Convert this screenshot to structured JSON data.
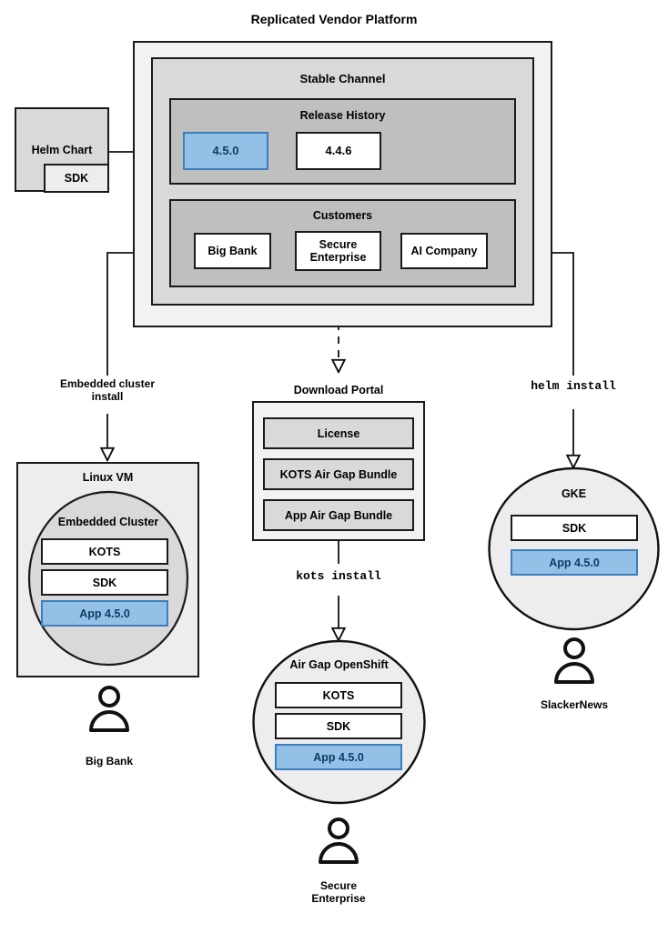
{
  "diagram": {
    "title": "Replicated Vendor Platform",
    "colors": {
      "accent_blue_fill": "#93c0e6",
      "accent_blue_border": "#3d7ebd",
      "accent_blue_text": "#123a66",
      "shell_outer": "#f2f2f2",
      "shell_mid": "#d9d9d9",
      "shell_inner": "#bfbfbf",
      "stroke": "#1a1a1a",
      "canvas": "#ffffff"
    }
  },
  "source": {
    "helm_chart_label": "Helm Chart",
    "sdk_label": "SDK"
  },
  "platform": {
    "stable_channel_label": "Stable Channel",
    "release_history": {
      "label": "Release History",
      "releases": [
        {
          "version": "4.5.0",
          "highlighted": true
        },
        {
          "version": "4.4.6",
          "highlighted": false
        }
      ]
    },
    "customers": {
      "label": "Customers",
      "items": [
        {
          "name": "Big Bank"
        },
        {
          "name": "Secure\nEnterprise"
        },
        {
          "name": "AI Company"
        }
      ]
    }
  },
  "connectors": {
    "embedded_cluster_install": "Embedded cluster\ninstall",
    "helm_install": "helm install",
    "kots_install": "kots install"
  },
  "download_portal": {
    "label": "Download Portal",
    "artifacts": [
      {
        "name": "License"
      },
      {
        "name": "KOTS Air Gap Bundle"
      },
      {
        "name": "App Air Gap Bundle"
      }
    ]
  },
  "targets": {
    "linux_vm": {
      "label": "Linux VM",
      "cluster_label": "Embedded Cluster",
      "components": [
        {
          "name": "KOTS",
          "highlighted": false
        },
        {
          "name": "SDK",
          "highlighted": false
        },
        {
          "name": "App 4.5.0",
          "highlighted": true
        }
      ],
      "persona": "Big Bank"
    },
    "air_gap_openshift": {
      "label": "Air Gap OpenShift",
      "components": [
        {
          "name": "KOTS",
          "highlighted": false
        },
        {
          "name": "SDK",
          "highlighted": false
        },
        {
          "name": "App 4.5.0",
          "highlighted": true
        }
      ],
      "persona": "Secure\nEnterprise"
    },
    "gke": {
      "label": "GKE",
      "components": [
        {
          "name": "SDK",
          "highlighted": false
        },
        {
          "name": "App 4.5.0",
          "highlighted": true
        }
      ],
      "persona": "SlackerNews"
    }
  },
  "icons": {
    "person": "person-icon",
    "arrow": "arrow-head-icon"
  }
}
